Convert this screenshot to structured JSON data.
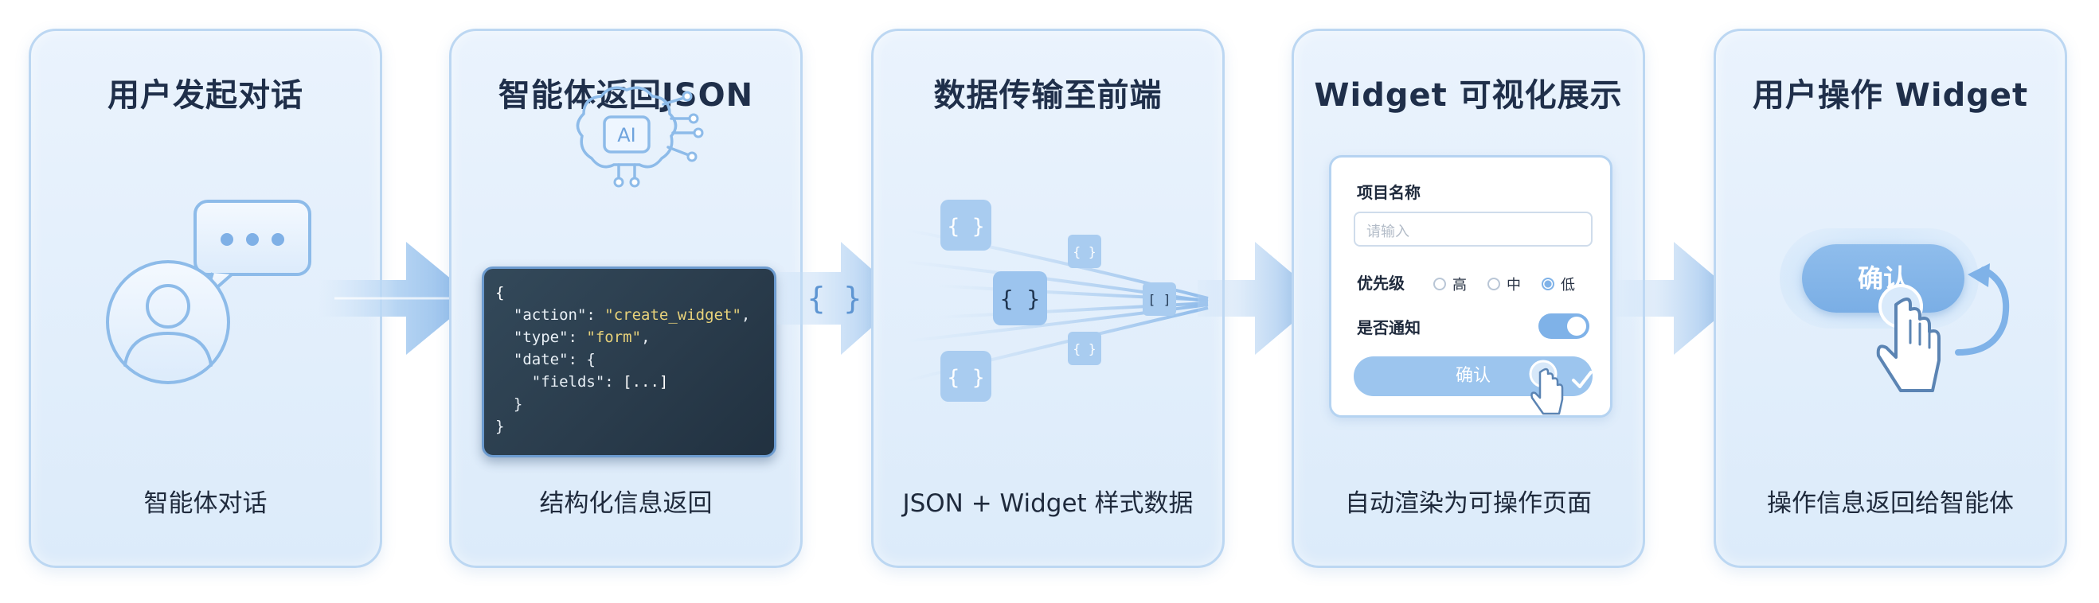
{
  "steps": [
    {
      "title": "用户发起对话",
      "caption": "智能体对话"
    },
    {
      "title": "智能体返回JSON",
      "caption": "结构化信息返回"
    },
    {
      "title": "数据传输至前端",
      "caption": "JSON + Widget 样式数据"
    },
    {
      "title": "Widget 可视化展示",
      "caption": "自动渲染为可操作页面"
    },
    {
      "title": "用户操作 Widget",
      "caption": "操作信息返回给智能体"
    }
  ],
  "ai_badge": "AI",
  "code": {
    "open": "{",
    "k_action": "\"action\"",
    "v_action": "\"create_widget\"",
    "k_type": "\"type\"",
    "v_type": "\"form\"",
    "k_date": "\"date\"",
    "k_fields": "\"fields\"",
    "v_fields": "[...]",
    "inner_close": "}",
    "close": "}"
  },
  "braces": {
    "curly": "{ }",
    "square": "[ ]"
  },
  "form": {
    "project_label": "项目名称",
    "project_placeholder": "请输入",
    "priority_label": "优先级",
    "priority_options": [
      "高",
      "中",
      "低"
    ],
    "priority_selected": "低",
    "notify_label": "是否通知",
    "notify_on": true,
    "confirm_label": "确认"
  },
  "action_button": {
    "label": "确认"
  },
  "colors": {
    "card_bg": "#eaf3fd",
    "card_border": "#bcd7f2",
    "accent": "#7fb2e8",
    "code_bg": "#2a3c4c",
    "title_text": "#1f2f4a"
  }
}
